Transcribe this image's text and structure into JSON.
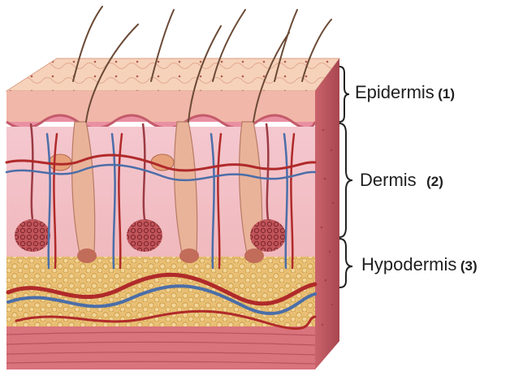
{
  "layers": [
    {
      "name": "Epidermis",
      "number": "(1)"
    },
    {
      "name": "Dermis",
      "number": "(2)"
    },
    {
      "name": "Hypodermis",
      "number": "(3)"
    }
  ],
  "colors": {
    "epidermis": "#f6cdb4",
    "dermis": "#f3c2c6",
    "hypodermis": "#e8bf74",
    "muscle": "#d9737c",
    "vein": "#4b6ea8",
    "artery": "#b02a2a",
    "hair": "#6b4a36"
  }
}
